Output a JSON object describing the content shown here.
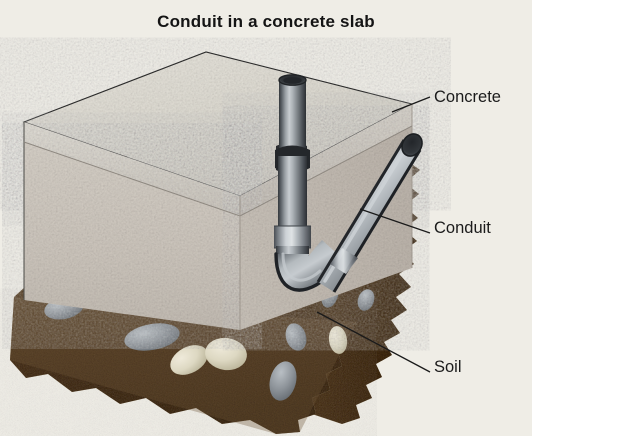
{
  "figure": {
    "title": "Conduit in a concrete slab",
    "type": "technical-illustration",
    "subject": "electrical conduit routed through a concrete slab into soil below",
    "panel_background": "#efede6",
    "outer_background": "#ffffff"
  },
  "labels": {
    "concrete": "Concrete",
    "conduit": "Conduit",
    "soil": "Soil"
  },
  "colors": {
    "title_text": "#141414",
    "label_text": "#1b1b1b",
    "leader_line": "#1a1a1a",
    "concrete_top": "#dcd9d1",
    "concrete_top_light": "#e6e3db",
    "concrete_edge": "#cfcac0",
    "concrete_face_left": "#cfc8c0",
    "concrete_face_right": "#c7bfb6",
    "soil_brown": "#7a6347",
    "soil_brown_dark": "#5d4a33",
    "soil_brown_light": "#97805f",
    "stone_gray": "#8e949a",
    "stone_cream": "#ddd8c2",
    "pipe_dark": "#2e3135",
    "pipe_mid": "#6f757b",
    "pipe_light": "#c2c7cb",
    "pipe_highlight": "#e2e5e7"
  },
  "elements": [
    {
      "name": "concrete-slab",
      "description": "rectangular concrete slab drawn in isometric cut-away view"
    },
    {
      "name": "conduit-pipe",
      "description": "metallic conduit rising vertically through the slab, sweeping through a 90 degree elbow and running diagonally back into the soil"
    },
    {
      "name": "soil-layer",
      "description": "granular brown soil bed with embedded stones below and behind the slab"
    }
  ]
}
